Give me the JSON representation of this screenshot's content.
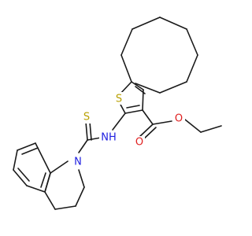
{
  "molecule": {
    "atom_labels": {
      "s_ring": "S",
      "s_thio": "S",
      "n_amide": "NH",
      "n_quin": "N",
      "o_carbonyl": "O",
      "o_ester": "O"
    },
    "colors": {
      "bond": "#1a1a1a",
      "sulfur": "#b8a000",
      "nitrogen": "#2020e0",
      "oxygen": "#e02020"
    }
  }
}
